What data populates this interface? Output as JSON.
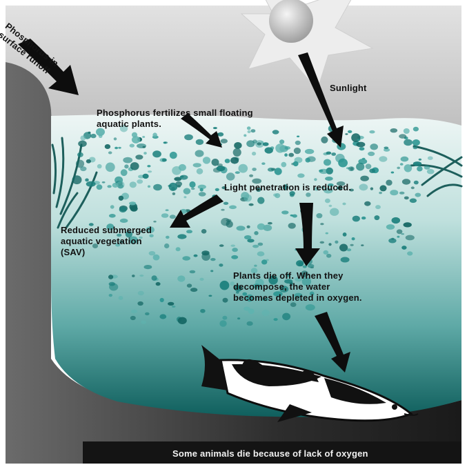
{
  "labels": {
    "runoff": "Phosphorus in\nsurface runoff",
    "sunlight": "Sunlight",
    "fertilizes": "Phosphorus fertilizes small floating\naquatic plants.",
    "light_reduced": "Light penetration is reduced.",
    "sav": "Reduced submerged\naquatic vegetation\n(SAV)",
    "decompose": "Plants die off. When they\ndecompose, the water\nbecomes depleted in oxygen.",
    "animals_die": "Some animals die because of lack of oxygen"
  },
  "colors": {
    "sky": "#cfcfcf",
    "water_light": "#e6f2f1",
    "water_deep": "#0f5f5d",
    "plankton": "#1b7f7c",
    "land": "#3a3a3a",
    "arrow": "#0d0d0d"
  }
}
